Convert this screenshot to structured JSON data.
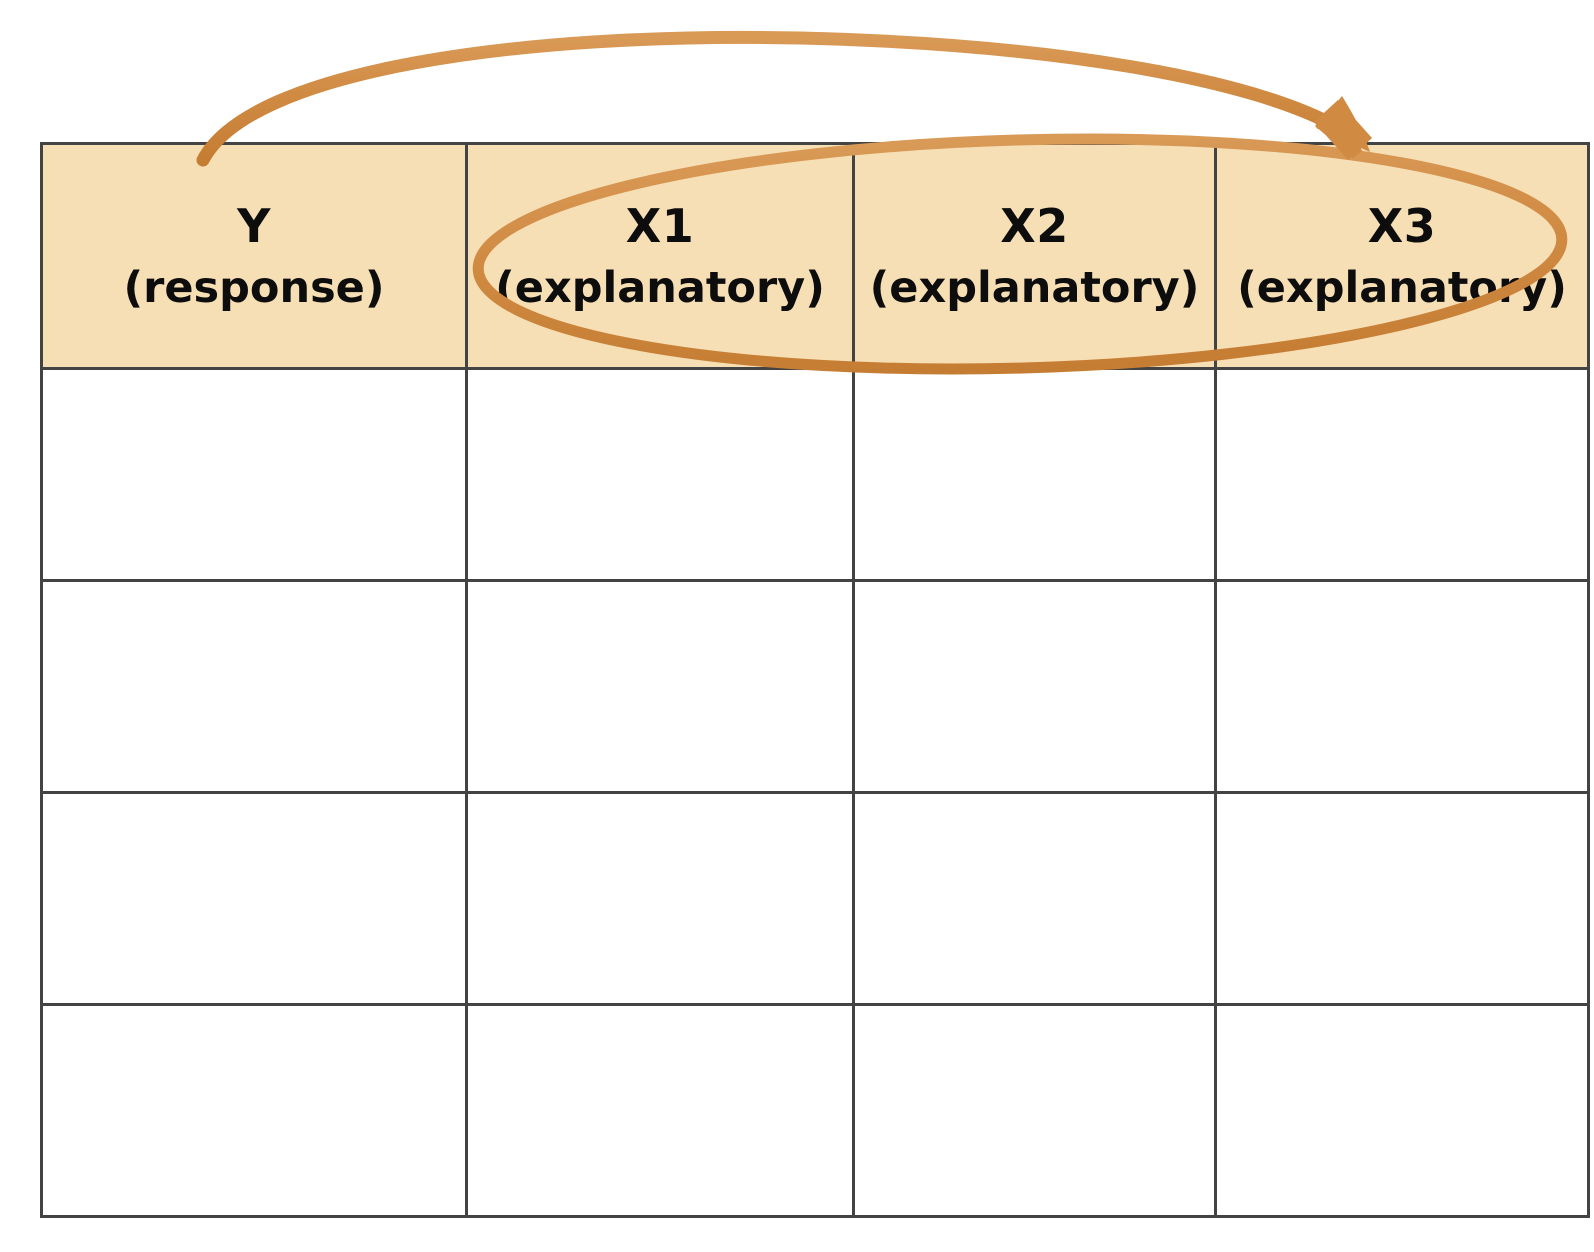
{
  "diagram": {
    "title": "Regression data layout: response and explanatory variables",
    "colors": {
      "header_fill": "#F7DFB5",
      "grid_line": "#434343",
      "annotation_orange": "#D08A42",
      "cell_fill": "#FFFFFF",
      "text": "#0D0D0D"
    },
    "table": {
      "columns": [
        {
          "key": "y",
          "main": "Y",
          "sub": "(response)",
          "sub_bold": true,
          "role": "response"
        },
        {
          "key": "x1",
          "main": "X1",
          "sub": "(explanatory)",
          "sub_bold": false,
          "role": "explanatory"
        },
        {
          "key": "x2",
          "main": "X2",
          "sub": "(explanatory)",
          "sub_bold": false,
          "role": "explanatory"
        },
        {
          "key": "x3",
          "main": "X3",
          "sub": "(explanatory)",
          "sub_bold": false,
          "role": "explanatory"
        }
      ],
      "rows": [
        {
          "cells": [
            "",
            "",
            "",
            ""
          ]
        },
        {
          "cells": [
            "",
            "",
            "",
            ""
          ]
        },
        {
          "cells": [
            "",
            "",
            "",
            ""
          ]
        },
        {
          "cells": [
            "",
            "",
            "",
            ""
          ]
        }
      ],
      "row_count": 4,
      "column_count": 4
    },
    "annotations": [
      {
        "name": "explanatory-group-ellipse",
        "shape": "ellipse",
        "encircles": [
          "X1",
          "X2",
          "X3"
        ],
        "color": "#D08A42"
      },
      {
        "name": "predicts-arrow",
        "shape": "curved-arrow",
        "from": "Y",
        "to": "X3",
        "direction": "left-to-right",
        "color": "#D08A42"
      }
    ]
  }
}
